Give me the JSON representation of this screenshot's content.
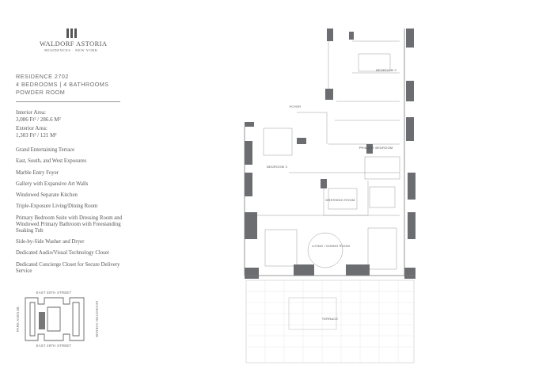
{
  "brand": {
    "name": "WALDORF ASTORIA",
    "subtitle": "RESIDENCES · NEW YORK"
  },
  "residence": {
    "title": "RESIDENCE 2702",
    "rooms": "4 BEDROOMS | 4 BATHROOMS",
    "extra": "POWDER ROOM"
  },
  "areas": {
    "interior_label": "Interior Area:",
    "interior_value": "3,086 Ft² / 286.6 M²",
    "exterior_label": "Exterior Area:",
    "exterior_value": "1,303 Ft² / 121 M²"
  },
  "features": [
    "Grand Entertaining Terrace",
    "East, South, and West Exposures",
    "Marble Entry Foyer",
    "Gallery with Expansive Art Walls",
    "Windowed Separate Kitchen",
    "Triple-Exposure Living/Dining Room",
    "Primary Bedroom Suite with Dressing Room and Windowed Primary Bathroom with Freestanding Soaking Tub",
    "Side-by-Side Washer and Dryer",
    "Dedicated Audio/Visual Technology Closet",
    "Dedicated Concierge Closet for Secure Delivery Service"
  ],
  "keymap": {
    "top_street": "EAST 50TH STREET",
    "bottom_street": "EAST 49TH STREET",
    "left_avenue": "PARK AVENUE",
    "right_avenue": "LEXINGTON AVENUE"
  },
  "floorplan": {
    "rooms": [
      {
        "name": "FOYER"
      },
      {
        "name": "BEDROOM 2"
      },
      {
        "name": "PRIMARY BEDROOM"
      },
      {
        "name": "DRESSING ROOM"
      },
      {
        "name": "LIVING / DINING ROOM"
      },
      {
        "name": "TERRACE"
      },
      {
        "name": "BEDROOM 3"
      }
    ]
  },
  "colors": {
    "wall": "#6b6d70",
    "line": "#8a8a8a",
    "text": "#555555"
  }
}
